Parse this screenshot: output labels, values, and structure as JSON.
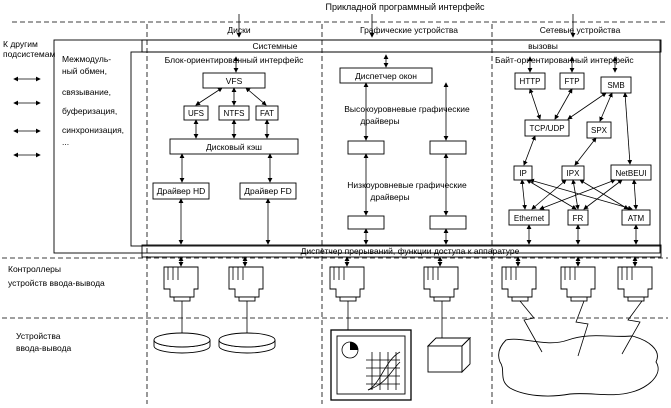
{
  "title": "Прикладной программный интерфейс",
  "columns": {
    "disks": "Диски",
    "graphics": "Графические устройства",
    "network": "Сетевые устройства"
  },
  "side": {
    "other_subsystems": [
      "К другим",
      "подсистемам"
    ],
    "intermodule": [
      "Межмодуль-",
      "ный обмен,"
    ],
    "sync": "связывание,",
    "buffering": "буферизация,",
    "synchronization": "синхронизация,",
    "ellipsis": "..."
  },
  "bands": {
    "system": "Системные",
    "calls": "вызовы",
    "interrupt_dispatcher": "Диспетчер прерываний, функции доступа к аппаратуре"
  },
  "disk": {
    "interface": "Блок-ориентированный интерфейс",
    "vfs": "VFS",
    "ufs": "UFS",
    "ntfs": "NTFS",
    "fat": "FAT",
    "cache": "Дисковый кэш",
    "driver_hd": "Драйвер HD",
    "driver_fd": "Драйвер FD"
  },
  "graphics": {
    "window_manager": "Диспетчер окон",
    "high_level": [
      "Высокоуровневые графические",
      "драйверы"
    ],
    "low_level": [
      "Низкоуровневые графические",
      "драйверы"
    ]
  },
  "network": {
    "interface": "Байт-ориентированный интерфейс",
    "http": "HTTP",
    "ftp": "FTP",
    "smb": "SMB",
    "tcp_udp": "TCP/UDP",
    "spx": "SPX",
    "ip": "IP",
    "ipx": "IPX",
    "netbeui": "NetBEUI",
    "ethernet": "Ethernet",
    "fr": "FR",
    "atm": "ATM"
  },
  "hardware": {
    "controllers": [
      "Контроллеры",
      "устройств ввода-вывода"
    ],
    "devices": [
      "Устройства",
      "ввода-вывода"
    ]
  }
}
